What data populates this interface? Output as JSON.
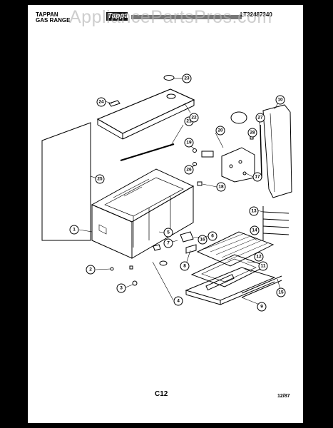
{
  "header": {
    "brand": "TAPPAN\nGAS RANGE",
    "logo": "Tappan",
    "model": "LT32487340"
  },
  "watermark": "AppliancePartsPros.com",
  "callouts": [
    "1",
    "2",
    "3",
    "4",
    "5",
    "6",
    "7",
    "8",
    "9",
    "10",
    "11",
    "12",
    "13",
    "14",
    "15",
    "16",
    "17",
    "18",
    "19",
    "20",
    "21",
    "22",
    "23",
    "24",
    "25",
    "26",
    "27",
    "28"
  ],
  "footer": {
    "page_code": "C12",
    "date": "12/87"
  }
}
